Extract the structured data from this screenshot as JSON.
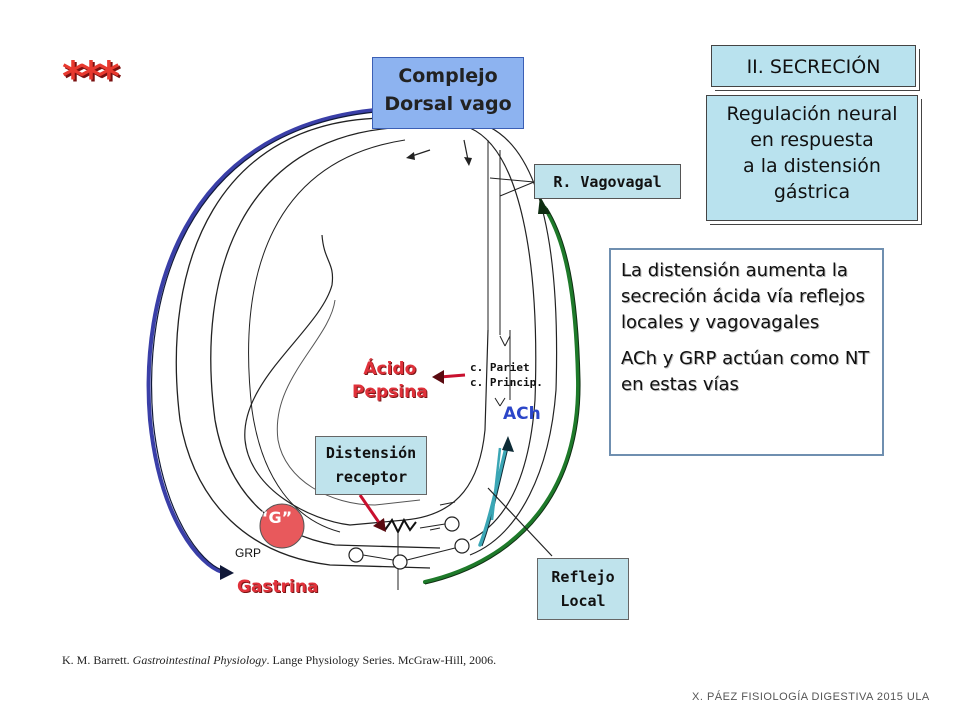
{
  "decoration": {
    "stars": "***"
  },
  "labels": {
    "complejo": "Complejo",
    "dorsal_vago": "Dorsal vago",
    "vagovagal": "R. Vagovagal",
    "c_pariet": "c. Pariet",
    "c_princip": "c. Princip.",
    "acido": "Ácido",
    "pepsina": "Pepsina",
    "ach": "ACh",
    "distension": "Distensión",
    "receptor": "receptor",
    "g_cell": "“G”",
    "grp": "GRP",
    "gastrina": "Gastrina",
    "reflejo": "Reflejo",
    "local": "Local"
  },
  "panel": {
    "section_title": "II. SECRECIÓN",
    "regulacion_lines": [
      "Regulación neural",
      "en respuesta",
      "a la distensión",
      "gástrica"
    ],
    "note_p1": "La distensión aumenta la secreción ácida vía reflejos locales y vagovagales",
    "note_p2": "ACh y GRP actúan como NT en estas vías"
  },
  "citation": {
    "author": "K. M. Barrett. ",
    "title": "Gastrointestinal Physiology",
    "rest": ". Lange Physiology Series. McGraw-Hill, 2006."
  },
  "footer": "X. PÁEZ  FISIOLOGÍA DIGESTIVA  2015 ULA",
  "colors": {
    "vagal_pathway": "#3a3fa8",
    "vagovagal_pathway": "#1e7a2a",
    "ach_arrow": "#3aa6b5",
    "red_arrow": "#c8102e",
    "g_cell": "#e8595c"
  }
}
